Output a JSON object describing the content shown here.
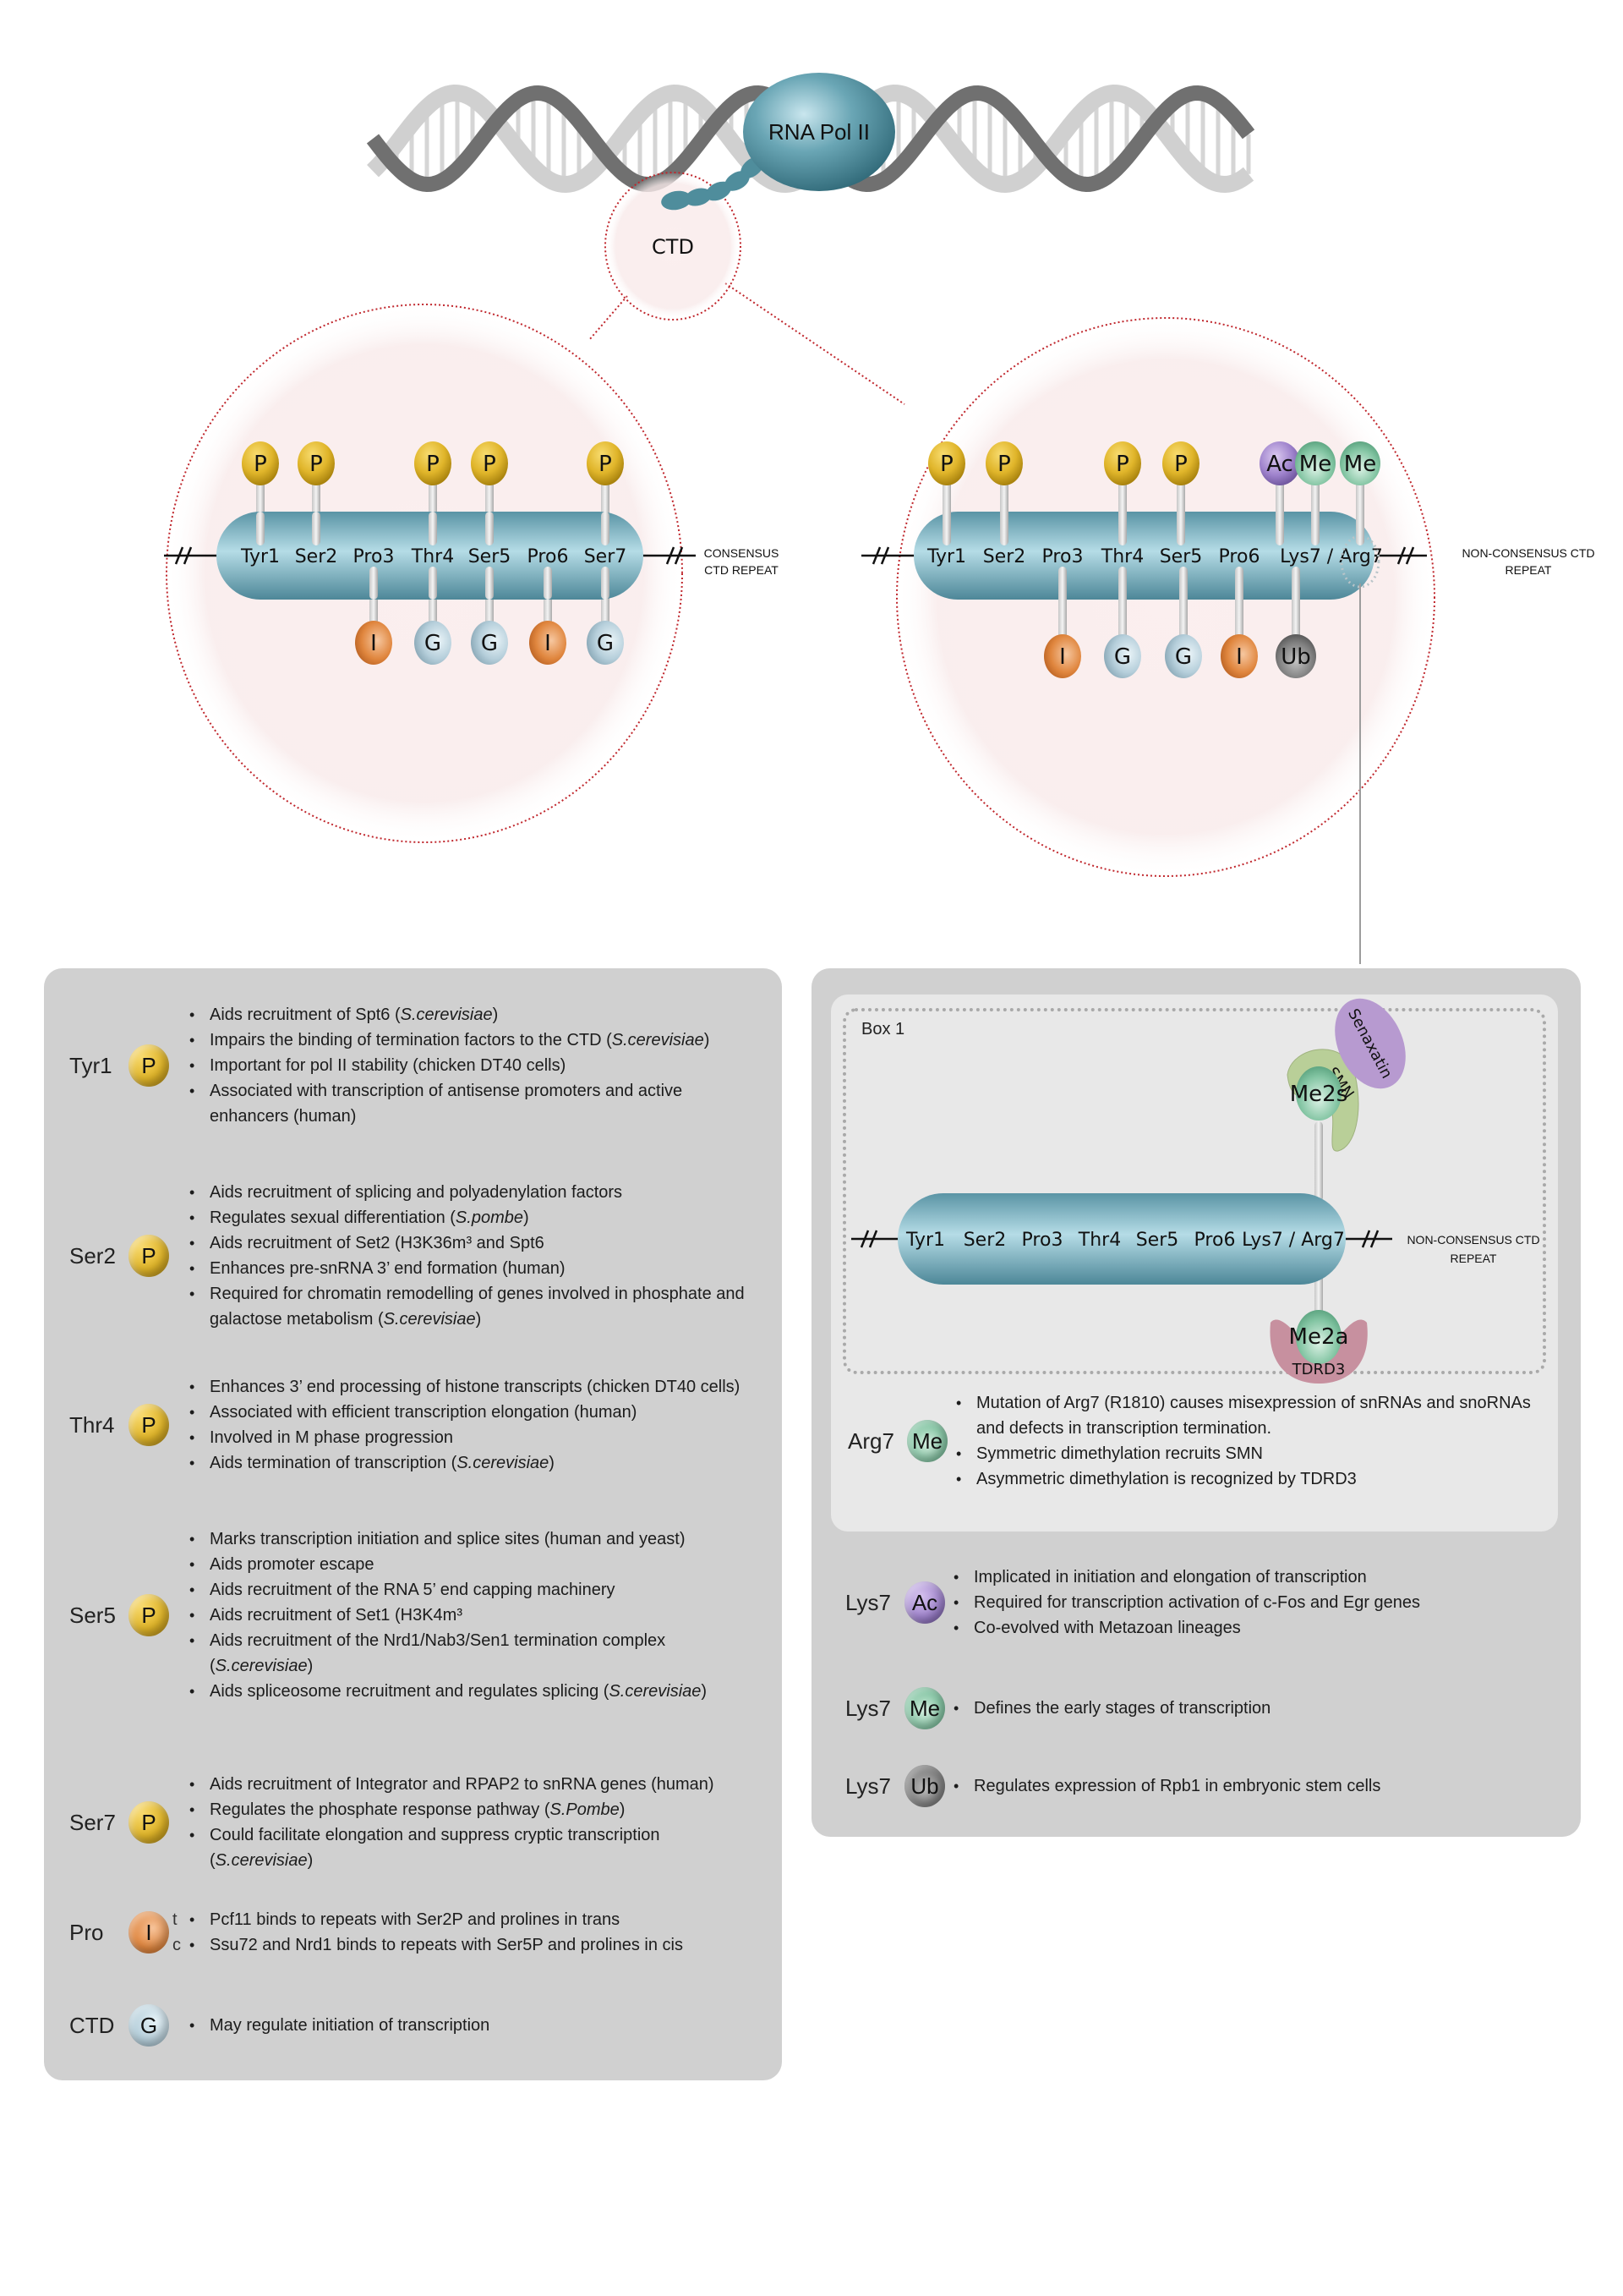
{
  "top": {
    "polymerase_label": "RNA Pol II",
    "ctd_label": "CTD"
  },
  "consensus": {
    "residues": [
      "Tyr1",
      "Ser2",
      "Pro3",
      "Thr4",
      "Ser5",
      "Pro6",
      "Ser7"
    ],
    "top_marks": [
      {
        "residue": "Tyr1",
        "mark": "P"
      },
      {
        "residue": "Ser2",
        "mark": "P"
      },
      {
        "residue": "Thr4",
        "mark": "P"
      },
      {
        "residue": "Ser5",
        "mark": "P"
      },
      {
        "residue": "Ser7",
        "mark": "P"
      }
    ],
    "bottom_marks": [
      {
        "residue": "Pro3",
        "mark": "I"
      },
      {
        "residue": "Thr4",
        "mark": "G"
      },
      {
        "residue": "Ser5",
        "mark": "G"
      },
      {
        "residue": "Pro6",
        "mark": "I"
      },
      {
        "residue": "Ser7",
        "mark": "G"
      }
    ],
    "note_line1": "CONSENSUS",
    "note_line2": "CTD REPEAT"
  },
  "non_consensus": {
    "residues": [
      "Tyr1",
      "Ser2",
      "Pro3",
      "Thr4",
      "Ser5",
      "Pro6",
      "Lys7 / Arg7"
    ],
    "top_marks": [
      {
        "residue": "Tyr1",
        "mark": "P"
      },
      {
        "residue": "Ser2",
        "mark": "P"
      },
      {
        "residue": "Thr4",
        "mark": "P"
      },
      {
        "residue": "Ser5",
        "mark": "P"
      },
      {
        "residue": "Lys7",
        "mark": "Ac"
      },
      {
        "residue": "Lys7",
        "mark": "Me"
      },
      {
        "residue": "Arg7",
        "mark": "Me"
      }
    ],
    "bottom_marks": [
      {
        "residue": "Pro3",
        "mark": "I"
      },
      {
        "residue": "Thr4",
        "mark": "G"
      },
      {
        "residue": "Ser5",
        "mark": "G"
      },
      {
        "residue": "Pro6",
        "mark": "I"
      },
      {
        "residue": "Lys7",
        "mark": "Ub"
      }
    ],
    "note_line1": "NON-CONSENSUS CTD",
    "note_line2": "REPEAT"
  },
  "mark_colors": {
    "P": "#e0b52a",
    "I": "#e0863e",
    "G": "#b6cfdb",
    "Me": "#82c4a2",
    "Ac": "#9e82cc",
    "Ub": "#7e7e7e",
    "pill": "#5f9aaa",
    "dotted_circle": "#c0272d"
  },
  "left_panel": {
    "entries": [
      {
        "label": "Tyr1",
        "mark": "P",
        "bullets": [
          "Aids recruitment of Spt6 (S.cerevisiae)",
          "Impairs the binding of termination factors to the CTD (S.cerevisiae)",
          "Important for pol II stability (chicken DT40 cells)",
          "Associated with transcription of antisense promoters and active enhancers (human)"
        ]
      },
      {
        "label": "Ser2",
        "mark": "P",
        "bullets": [
          "Aids recruitment of splicing and polyadenylation factors",
          "Regulates sexual differentiation (S.pombe)",
          "Aids recruitment of Set2 (H3K36m³ and Spt6",
          "Enhances pre-snRNA 3’ end formation (human)",
          "Required for chromatin remodelling of genes involved in phosphate and galactose metabolism (S.cerevisiae)"
        ]
      },
      {
        "label": "Thr4",
        "mark": "P",
        "bullets": [
          "Enhances 3’ end processing of histone transcripts (chicken DT40 cells)",
          "Associated with efficient transcription elongation (human)",
          "Involved in M phase progression",
          "Aids termination of transcription (S.cerevisiae)"
        ]
      },
      {
        "label": "Ser5",
        "mark": "P",
        "bullets": [
          "Marks transcription initiation and splice sites (human and yeast)",
          "Aids promoter escape",
          "Aids recruitment of the RNA 5’ end capping machinery",
          "Aids recruitment of Set1 (H3K4m³",
          "Aids recruitment of the Nrd1/Nab3/Sen1 termination complex (S.cerevisiae)",
          "Aids spliceosome recruitment and regulates splicing (S.cerevisiae)"
        ]
      },
      {
        "label": "Ser7",
        "mark": "P",
        "bullets": [
          "Aids recruitment of Integrator and RPAP2 to snRNA genes (human)",
          "Regulates the phosphate response pathway (S.Pombe)",
          "Could facilitate elongation and suppress cryptic transcription (S.cerevisiae)"
        ]
      },
      {
        "label": "Pro",
        "mark": "I",
        "isomer_tags": [
          "t",
          "c"
        ],
        "bullets": [
          "Pcf11 binds to repeats with Ser2P and prolines in trans",
          "Ssu72 and Nrd1 binds to repeats with Ser5P and prolines in cis"
        ]
      },
      {
        "label": "CTD",
        "mark": "G",
        "bullets": [
          "May regulate initiation of transcription"
        ]
      }
    ]
  },
  "right_panel": {
    "box1": {
      "title": "Box 1",
      "residues": [
        "Tyr1",
        "Ser2",
        "Pro3",
        "Thr4",
        "Ser5",
        "Pro6",
        "Lys7 / Arg7"
      ],
      "note_line1": "NON-CONSENSUS CTD",
      "note_line2": "REPEAT",
      "top_mark": "Me2s",
      "top_readers": [
        "SMN",
        "Senaxatin"
      ],
      "bottom_mark": "Me2a",
      "bottom_reader": "TDRD3",
      "reader_colors": {
        "SMN": "#b9cf98",
        "Senaxatin": "#b79ad0",
        "TDRD3": "#c7909f"
      },
      "entry": {
        "label": "Arg7",
        "mark": "Me",
        "bullets": [
          "Mutation of Arg7 (R1810) causes misexpression of snRNAs and snoRNAs and defects in transcription termination.",
          "Symmetric dimethylation recruits SMN",
          "Asymmetric dimethylation is recognized by TDRD3"
        ]
      }
    },
    "entries": [
      {
        "label": "Lys7",
        "mark": "Ac",
        "bullets": [
          "Implicated in initiation and elongation of transcription",
          "Required for transcription activation of c-Fos and Egr genes",
          "Co-evolved with Metazoan lineages"
        ]
      },
      {
        "label": "Lys7",
        "mark": "Me",
        "bullets": [
          "Defines the early stages of transcription"
        ]
      },
      {
        "label": "Lys7",
        "mark": "Ub",
        "bullets": [
          "Regulates expression of Rpb1 in embryonic stem cells"
        ]
      }
    ]
  }
}
